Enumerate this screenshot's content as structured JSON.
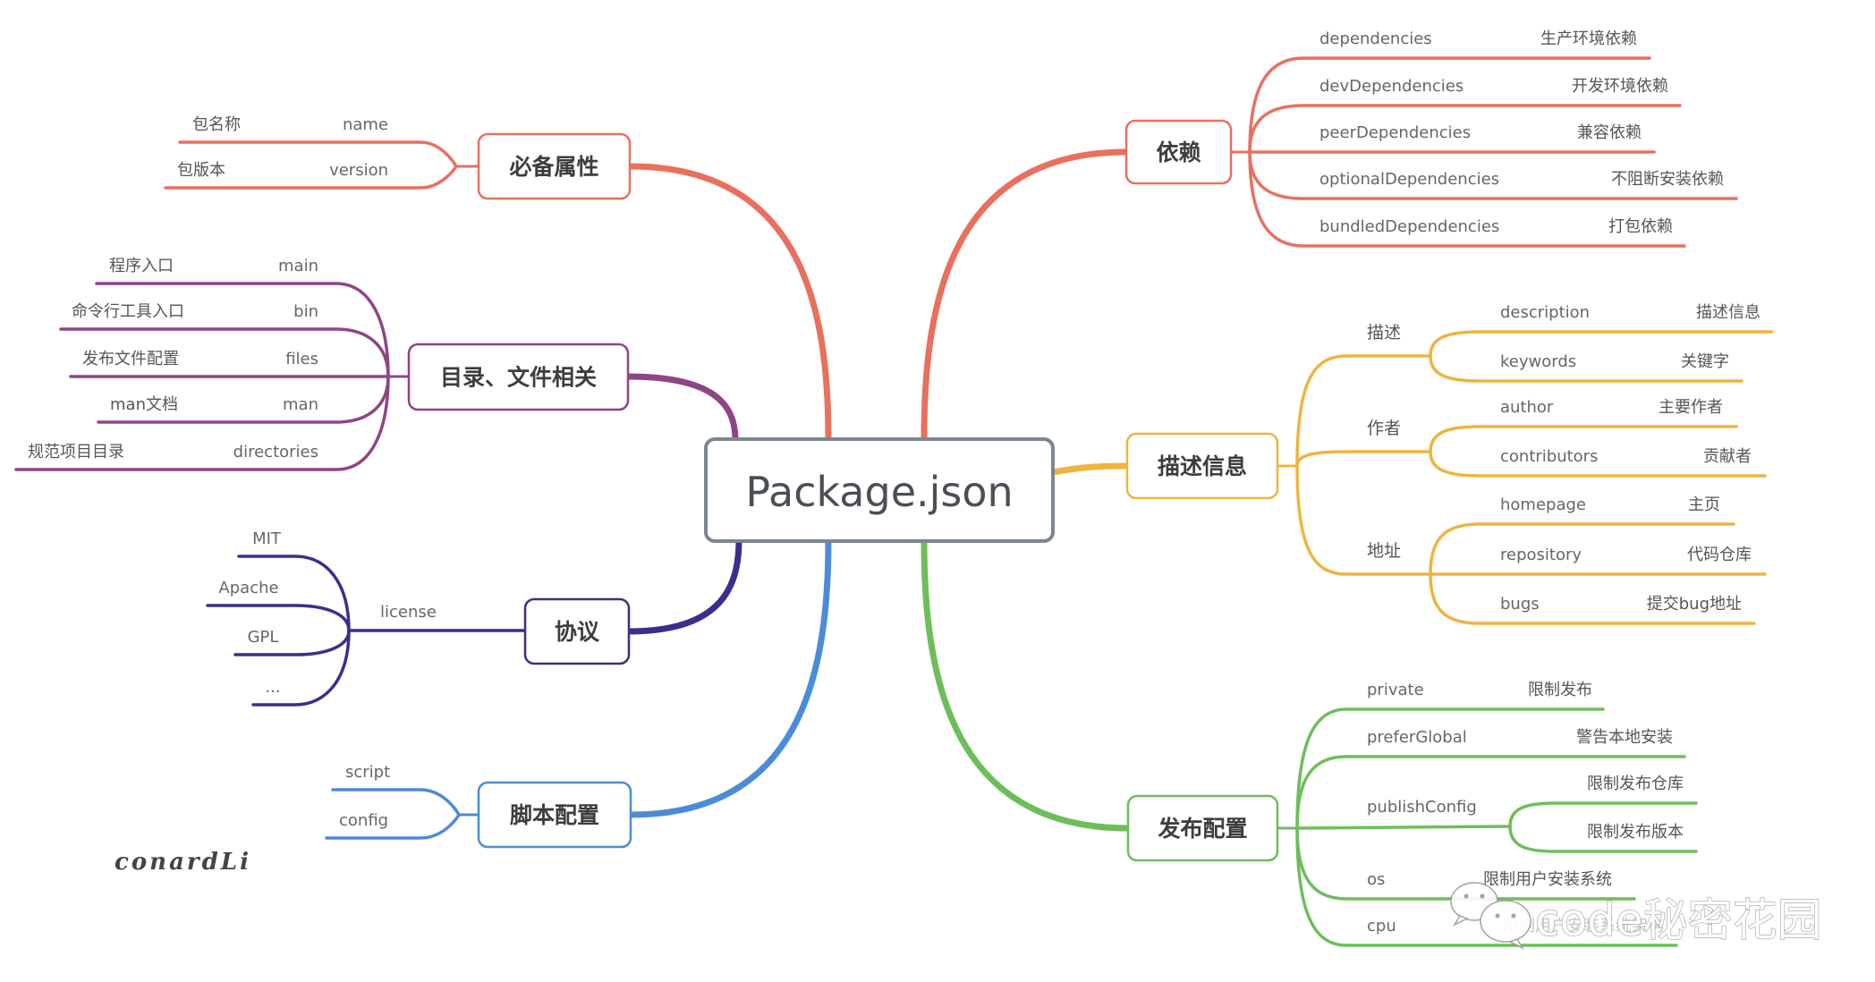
{
  "root": {
    "label": "Package.json"
  },
  "colors": {
    "required": "#E9705E",
    "directories": "#8E4585",
    "license": "#3A2F8C",
    "scripts": "#4A8CD8",
    "dependencies": "#E9705E",
    "description": "#F0B33E",
    "publish": "#6DBE5A",
    "root_border": "#7D8590"
  },
  "branches": {
    "required": {
      "label": "必备属性",
      "items": [
        {
          "key": "name",
          "desc": "包名称"
        },
        {
          "key": "version",
          "desc": "包版本"
        }
      ]
    },
    "directories": {
      "label": "目录、文件相关",
      "items": [
        {
          "key": "main",
          "desc": "程序入口"
        },
        {
          "key": "bin",
          "desc": "命令行工具入口"
        },
        {
          "key": "files",
          "desc": "发布文件配置"
        },
        {
          "key": "man",
          "desc": "man文档"
        },
        {
          "key": "directories",
          "desc": "规范项目目录"
        }
      ]
    },
    "license": {
      "label": "协议",
      "key": "license",
      "items": [
        "MIT",
        "Apache",
        "GPL",
        "..."
      ]
    },
    "scripts": {
      "label": "脚本配置",
      "items": [
        "script",
        "config"
      ]
    },
    "dependencies": {
      "label": "依赖",
      "items": [
        {
          "key": "dependencies",
          "desc": "生产环境依赖"
        },
        {
          "key": "devDependencies",
          "desc": "开发环境依赖"
        },
        {
          "key": "peerDependencies",
          "desc": "兼容依赖"
        },
        {
          "key": "optionalDependencies",
          "desc": "不阻断安装依赖"
        },
        {
          "key": "bundledDependencies",
          "desc": "打包依赖"
        }
      ]
    },
    "description": {
      "label": "描述信息",
      "groups": [
        {
          "label": "描述",
          "items": [
            {
              "key": "description",
              "desc": "描述信息"
            },
            {
              "key": "keywords",
              "desc": "关键字"
            }
          ]
        },
        {
          "label": "作者",
          "items": [
            {
              "key": "author",
              "desc": "主要作者"
            },
            {
              "key": "contributors",
              "desc": "贡献者"
            }
          ]
        },
        {
          "label": "地址",
          "items": [
            {
              "key": "homepage",
              "desc": "主页"
            },
            {
              "key": "repository",
              "desc": "代码仓库"
            },
            {
              "key": "bugs",
              "desc": "提交bug地址"
            }
          ]
        }
      ]
    },
    "publish": {
      "label": "发布配置",
      "items": [
        {
          "key": "private",
          "desc": "限制发布"
        },
        {
          "key": "preferGlobal",
          "desc": "警告本地安装"
        },
        {
          "key": "publishConfig",
          "subitems": [
            "限制发布仓库",
            "限制发布版本"
          ]
        },
        {
          "key": "os",
          "desc": "限制用户安装系统"
        },
        {
          "key": "cpu",
          "desc": "限制用户安装系统架构"
        }
      ]
    }
  },
  "signature": "conardLi",
  "watermark": {
    "icon": "wechat-icon",
    "text": "code秘密花园"
  }
}
